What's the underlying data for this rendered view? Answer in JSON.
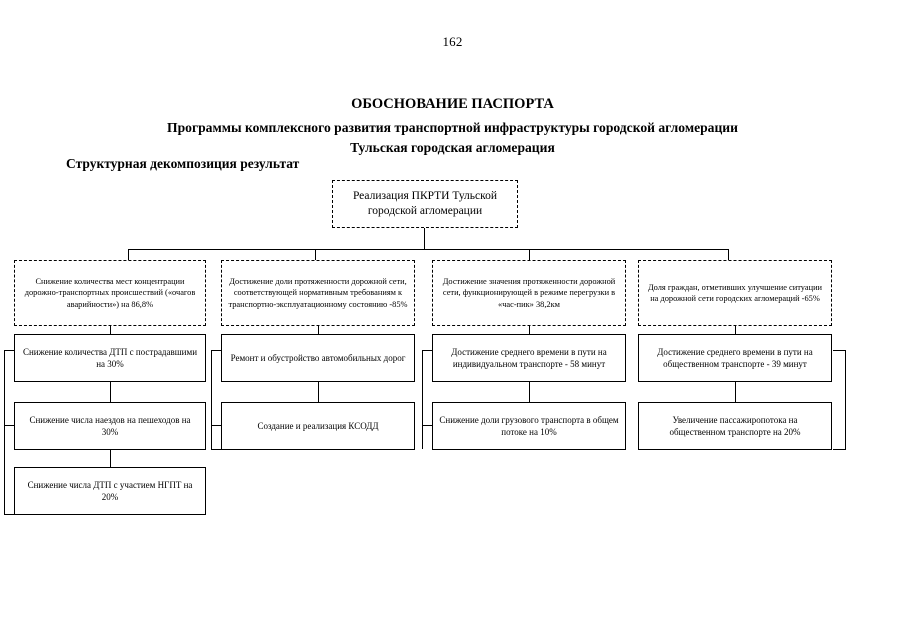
{
  "page": {
    "number": "162"
  },
  "header": {
    "title_line1": "ОБОСНОВАНИЕ ПАСПОРТА",
    "title_line2": "Программы комплексного развития транспортной инфраструктуры городской агломерации",
    "title_line3": "Тульская городская агломерация",
    "section_title": "Структурная декомпозиция результат"
  },
  "diagram": {
    "root": {
      "label": "Реализация ПКРТИ Тульской городской агломерации",
      "style": "dashed"
    },
    "level2": [
      {
        "label": "Снижение количества мест концентрации дорожно-транспортных происшествий («очагов аварийности») на 86,8%",
        "style": "dashed"
      },
      {
        "label": "Достижение доли протяженности дорожной сети, соответствующей нормативным требованиям к транспортно-эксплуатационному состоянию -85%",
        "style": "dashed"
      },
      {
        "label": "Достижение значения протяженности дорожной сети, функционирующей в режиме перегрузки в «час-пик»  38,2км",
        "style": "dashed"
      },
      {
        "label": "Доля граждан, отметивших улучшение ситуации на дорожной сети городских агломераций -65%",
        "style": "dashed"
      }
    ],
    "columns": [
      {
        "items": [
          {
            "label": "Снижение количества ДТП с пострадавшими на 30%",
            "style": "solid"
          },
          {
            "label": "Снижение числа наездов на пешеходов на 30%",
            "style": "solid"
          },
          {
            "label": "Снижение числа ДТП с участием НГПТ на 20%",
            "style": "solid"
          }
        ]
      },
      {
        "items": [
          {
            "label": "Ремонт и обустройство автомобильных дорог",
            "style": "solid"
          },
          {
            "label": "Создание и реализация КСОДД",
            "style": "solid"
          }
        ]
      },
      {
        "items": [
          {
            "label": "Достижение среднего времени в пути на индивидуальном транспорте - 58 минут",
            "style": "solid"
          },
          {
            "label": "Снижение доли грузового транспорта в общем потоке на 10%",
            "style": "solid"
          }
        ]
      },
      {
        "items": [
          {
            "label": "Достижение среднего времени в пути на общественном транспорте - 39 минут",
            "style": "solid"
          },
          {
            "label": "Увеличение пассажиропотока на общественном транспорте на 20%",
            "style": "solid"
          }
        ]
      }
    ]
  },
  "colors": {
    "ink": "#000000",
    "paper": "#ffffff"
  }
}
